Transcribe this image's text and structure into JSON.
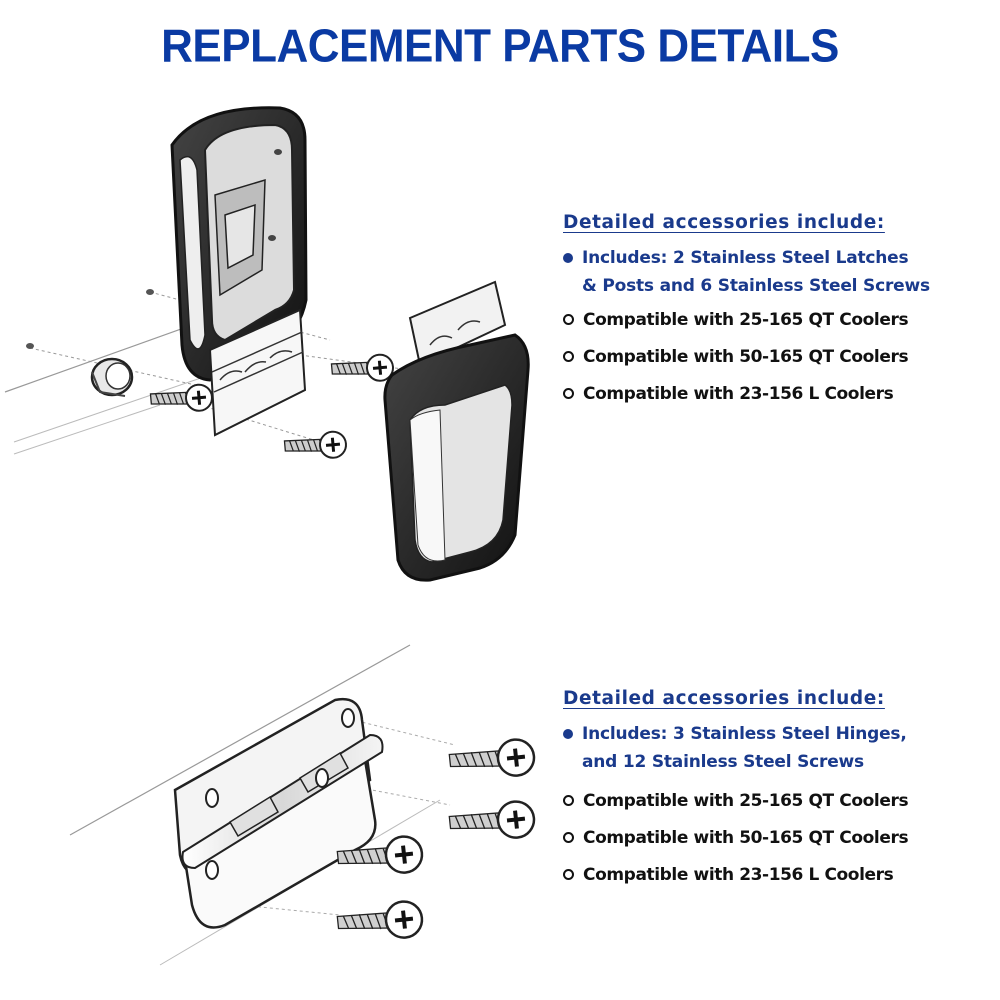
{
  "title": "REPLACEMENT PARTS DETAILS",
  "colors": {
    "title": "#0a3aa3",
    "accent": "#1a3a8c",
    "text": "#111111"
  },
  "latch_section": {
    "heading": "Detailed accessories include:",
    "includes_line1": "Includes: 2 Stainless Steel Latches",
    "includes_line2": "& Posts and 6 Stainless Steel Screws",
    "compat": [
      "Compatible with   25-165 QT Coolers",
      "Compatible with  50-165 QT Coolers",
      "Compatible with   23-156 L Coolers"
    ]
  },
  "hinge_section": {
    "heading": "Detailed accessories include:",
    "includes_line1": "Includes: 3 Stainless Steel Hinges,",
    "includes_line2": "and 12 Stainless Steel Screws",
    "compat": [
      "Compatible with   25-165 QT Coolers",
      "Compatible with  50-165 QT Coolers",
      "Compatible with   23-156 L Coolers"
    ]
  },
  "illustrations": {
    "latch": "latch-exploded-illustration",
    "hinge": "hinge-exploded-illustration"
  }
}
